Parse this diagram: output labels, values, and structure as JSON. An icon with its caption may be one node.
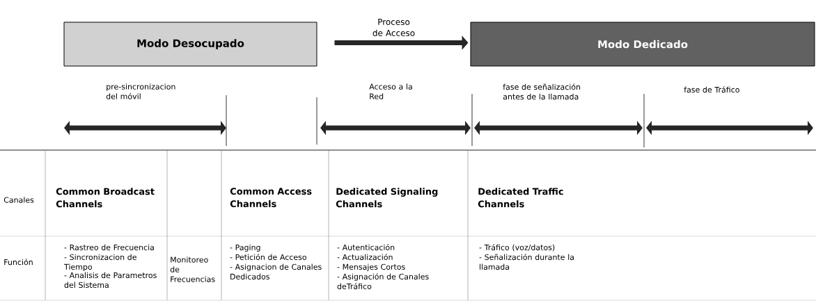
{
  "diagram": {
    "nodes": [
      {
        "text": [
          "Modo Desocupado"
        ]
      },
      {
        "text": [
          "Modo Dedicado"
        ]
      }
    ],
    "edges": [
      {
        "from": 0,
        "to": 1,
        "arrow": "to",
        "label": "Proceso de Acceso"
      }
    ],
    "labels": [
      "pre-sincronizacion del móvil",
      "Acceso a la Red",
      "fase de señalización antes de la llamada",
      "fase de Tráfico",
      "Canales",
      "Common Broadcast Channels",
      "Common Access Channels",
      "Dedicated Signaling Channels",
      "Dedicated Traffic Channels",
      "Función",
      "- Rastreo de Frecuencia",
      "- Sincronizacion de Tiempo",
      "- Analisis de Parametros del Sistema",
      "Monitoreo de Frecuencias",
      "- Paging",
      "- Petición de Acceso",
      "- Asignacion de Canales Dedicados",
      "- Autenticación",
      "- Actualización",
      "- Mensajes Cortos",
      "- Asignación de Canales deTráfico",
      "- Tráfico (voz/datos)",
      "- Señalización durante la llamada"
    ]
  }
}
